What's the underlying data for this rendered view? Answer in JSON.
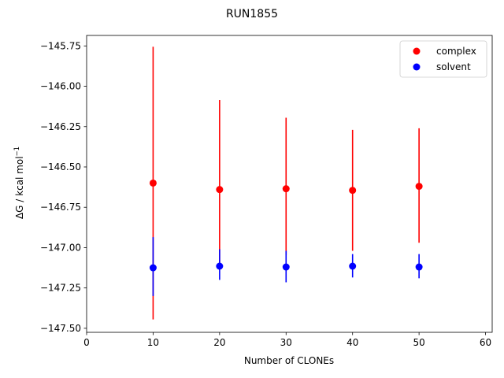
{
  "chart_data": {
    "type": "scatter",
    "title": "RUN1855",
    "xlabel": "Number of CLONEs",
    "ylabel_main": "ΔG / kcal mol",
    "ylabel_sup": "−1",
    "xlim": [
      0,
      61
    ],
    "ylim": [
      -147.525,
      -145.685
    ],
    "xticks": [
      0,
      10,
      20,
      30,
      40,
      50,
      60
    ],
    "yticks": [
      -147.5,
      -147.25,
      -147.0,
      -146.75,
      -146.5,
      -146.25,
      -146.0,
      -145.75
    ],
    "ytick_labels": [
      "−147.50",
      "−147.25",
      "−147.00",
      "−146.75",
      "−146.50",
      "−146.25",
      "−146.00",
      "−145.75"
    ],
    "legend_position": "top-right",
    "series": [
      {
        "name": "complex",
        "color": "#ff0000",
        "points": [
          {
            "x": 10,
            "y": -146.6,
            "err_low": -147.445,
            "err_high": -145.755
          },
          {
            "x": 20,
            "y": -146.64,
            "err_low": -147.115,
            "err_high": -146.085
          },
          {
            "x": 30,
            "y": -146.635,
            "err_low": -147.045,
            "err_high": -146.195
          },
          {
            "x": 40,
            "y": -146.645,
            "err_low": -147.02,
            "err_high": -146.27
          },
          {
            "x": 50,
            "y": -146.62,
            "err_low": -146.97,
            "err_high": -146.26
          }
        ]
      },
      {
        "name": "solvent",
        "color": "#0000ff",
        "points": [
          {
            "x": 10,
            "y": -147.125,
            "err_low": -147.3,
            "err_high": -146.935
          },
          {
            "x": 20,
            "y": -147.115,
            "err_low": -147.2,
            "err_high": -147.01
          },
          {
            "x": 30,
            "y": -147.12,
            "err_low": -147.215,
            "err_high": -147.02
          },
          {
            "x": 40,
            "y": -147.115,
            "err_low": -147.185,
            "err_high": -147.04
          },
          {
            "x": 50,
            "y": -147.12,
            "err_low": -147.19,
            "err_high": -147.04
          }
        ]
      }
    ]
  }
}
